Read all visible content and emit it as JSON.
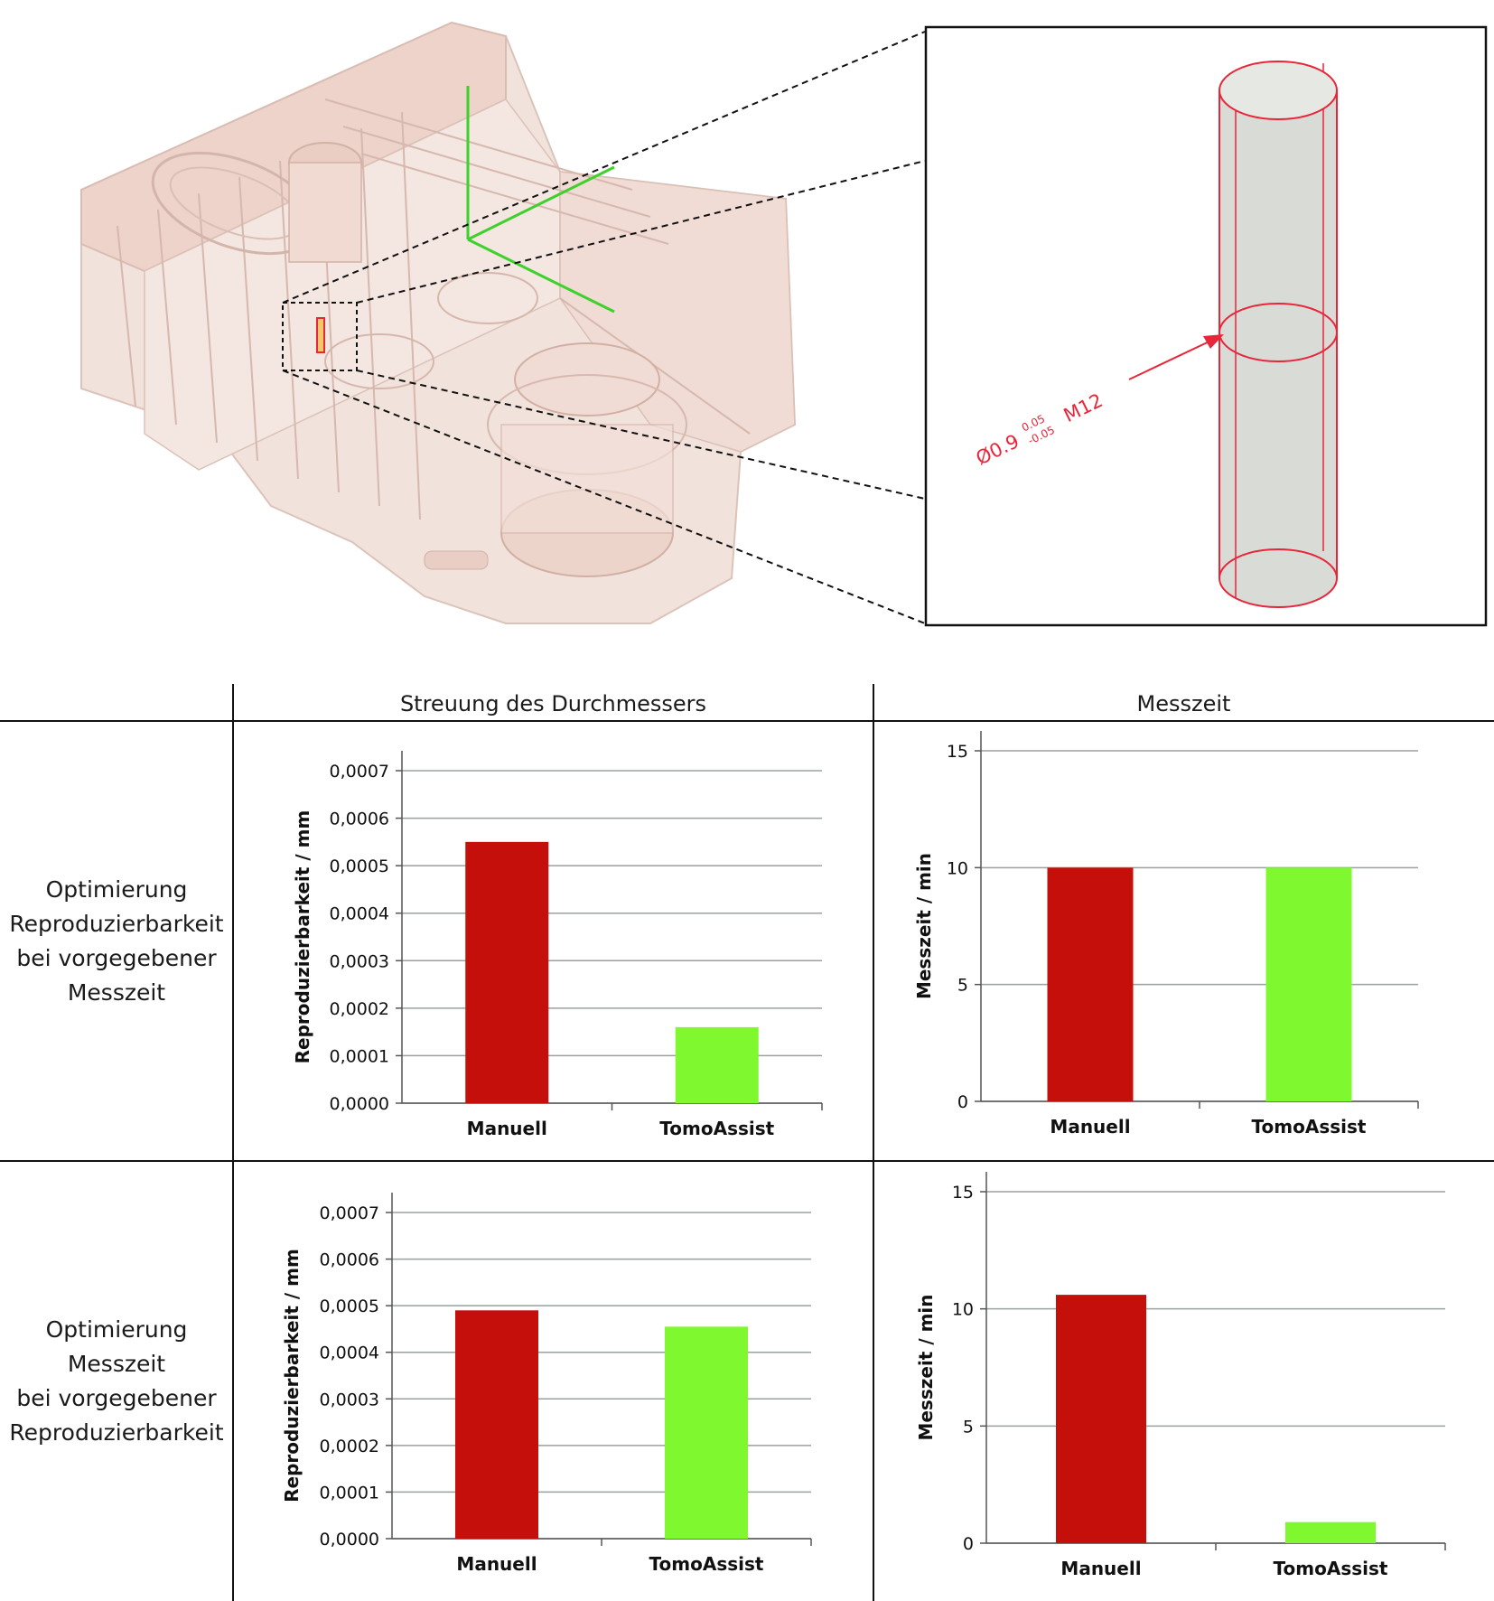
{
  "annotation": {
    "diameter": "Ø0.9",
    "tol_upper": "0.05",
    "tol_lower": "-0.05",
    "feature": "M12"
  },
  "table": {
    "col_headers": [
      "Streuung des Durchmessers",
      "Messzeit"
    ],
    "row_labels": [
      [
        "Optimierung",
        "Reproduzierbarkeit",
        "bei vorgegebener",
        "Messzeit"
      ],
      [
        "Optimierung",
        "Messzeit",
        "bei vorgegebener",
        "Reproduzierbarkeit"
      ]
    ]
  },
  "colors": {
    "manuell": "#c50f0a",
    "tomoassist": "#80f82f",
    "grid": "#9aa0a0",
    "cad_body": "#ecd7d0",
    "dimension": "#e8263a"
  },
  "chart_data": [
    {
      "type": "bar",
      "categories": [
        "Manuell",
        "TomoAssist"
      ],
      "values": [
        0.00055,
        0.00016
      ],
      "ylabel": "Reproduzierbarkeit / mm",
      "ylim": [
        0,
        0.0007
      ],
      "yticks": [
        "0,0000",
        "0,0001",
        "0,0002",
        "0,0003",
        "0,0004",
        "0,0005",
        "0,0006",
        "0,0007"
      ],
      "grid": true
    },
    {
      "type": "bar",
      "categories": [
        "Manuell",
        "TomoAssist"
      ],
      "values": [
        10,
        10
      ],
      "ylabel": "Messzeit / min",
      "ylim": [
        0,
        15
      ],
      "yticks": [
        "0",
        "5",
        "10",
        "15"
      ],
      "grid": true
    },
    {
      "type": "bar",
      "categories": [
        "Manuell",
        "TomoAssist"
      ],
      "values": [
        0.00049,
        0.000455
      ],
      "ylabel": "Reproduzierbarkeit / mm",
      "ylim": [
        0,
        0.0007
      ],
      "yticks": [
        "0,0000",
        "0,0001",
        "0,0002",
        "0,0003",
        "0,0004",
        "0,0005",
        "0,0006",
        "0,0007"
      ],
      "grid": true
    },
    {
      "type": "bar",
      "categories": [
        "Manuell",
        "TomoAssist"
      ],
      "values": [
        10.6,
        0.9
      ],
      "ylabel": "Messzeit / min",
      "ylim": [
        0,
        15
      ],
      "yticks": [
        "0",
        "5",
        "10",
        "15"
      ],
      "grid": true
    }
  ]
}
